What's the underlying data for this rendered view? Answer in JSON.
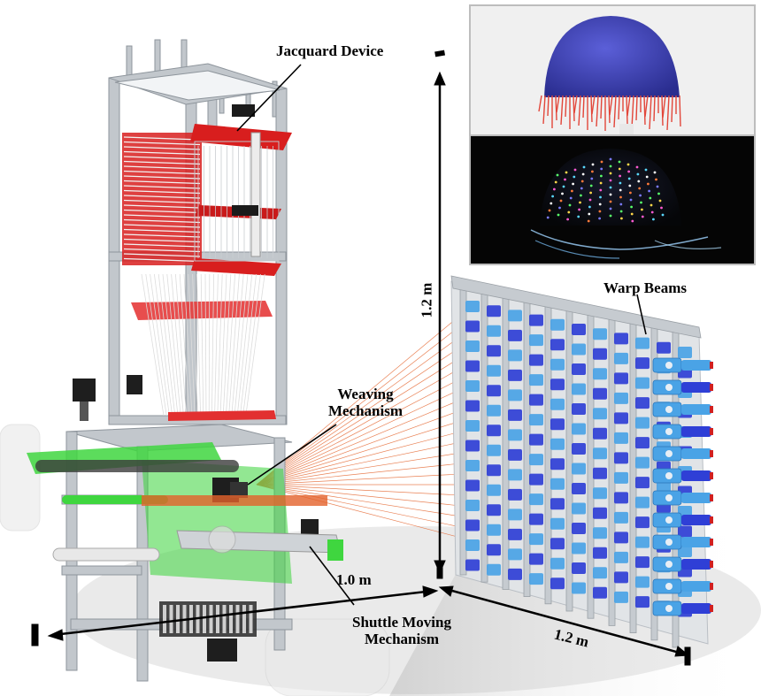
{
  "labels": {
    "jacquard": "Jacquard Device",
    "warp_beams": "Warp Beams",
    "weaving_line1": "Weaving",
    "weaving_line2": "Mechanism",
    "shuttle_line1": "Shuttle Moving",
    "shuttle_line2": "Mechanism"
  },
  "dimensions": {
    "height": "1.2 m",
    "depth": "1.0 m",
    "width": "1.2 m"
  },
  "colors": {
    "frame": "#b9bec4",
    "jacquard_red": "#d81e1e",
    "weaving_green": "#39d339",
    "warp_blue_light": "#4aa3e6",
    "warp_blue_dark": "#2f3fd6",
    "yarn_orange": "#e4622a",
    "cap_blue": "#3a3fb0"
  }
}
